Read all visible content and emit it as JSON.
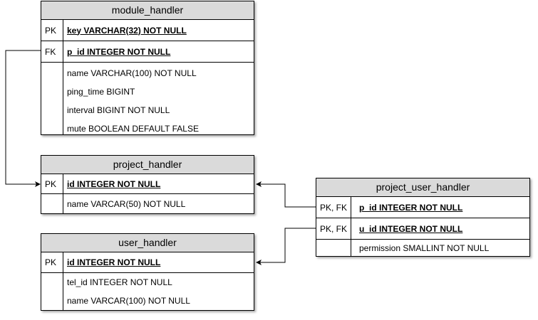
{
  "entities": {
    "module_handler": {
      "title": "module_handler",
      "key_rows": [
        {
          "label": "PK",
          "field": "key VARCHAR(32) NOT NULL"
        },
        {
          "label": "FK",
          "field": "p_id INTEGER NOT NULL"
        }
      ],
      "fields": [
        "name VARCHAR(100) NOT NULL",
        "ping_time BIGINT",
        "interval BIGINT NOT NULL",
        "mute BOOLEAN DEFAULT FALSE"
      ]
    },
    "project_handler": {
      "title": "project_handler",
      "key_rows": [
        {
          "label": "PK",
          "field": "id INTEGER NOT NULL"
        }
      ],
      "fields": [
        "name VARCAR(50) NOT NULL"
      ]
    },
    "user_handler": {
      "title": "user_handler",
      "key_rows": [
        {
          "label": "PK",
          "field": "id INTEGER NOT NULL"
        }
      ],
      "fields": [
        "tel_id INTEGER NOT NULL",
        "name VARCAR(100) NOT NULL"
      ]
    },
    "project_user_handler": {
      "title": "project_user_handler",
      "key_rows": [
        {
          "label": "PK, FK",
          "field": "p_id INTEGER NOT NULL"
        },
        {
          "label": "PK, FK",
          "field": "u_id INTEGER NOT NULL"
        }
      ],
      "fields": [
        "permission SMALLINT NOT NULL"
      ]
    }
  },
  "relationships": [
    {
      "from": "module_handler.p_id",
      "to": "project_handler.id"
    },
    {
      "from": "project_user_handler.p_id",
      "to": "project_handler.id"
    },
    {
      "from": "project_user_handler.u_id",
      "to": "user_handler.id"
    }
  ]
}
